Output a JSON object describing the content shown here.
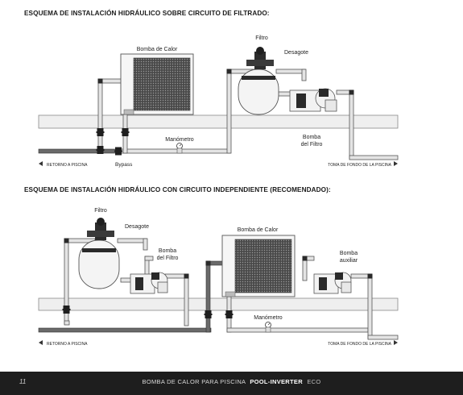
{
  "diagram1": {
    "title": "ESQUEMA DE INSTALACIÓN HIDRÁULICO SOBRE CIRCUITO DE FILTRADO:",
    "labels": {
      "heat_pump": "Bomba de Calor",
      "filter": "Filtro",
      "drain": "Desagote",
      "filter_pump_line1": "Bomba",
      "filter_pump_line2": "del Filtro",
      "manometer": "Manómetro",
      "bypass": "Bypass",
      "return": "RETORNO A PISCINA",
      "intake": "TOMA DE FONDO DE LA PISCINA"
    }
  },
  "diagram2": {
    "title": "ESQUEMA DE INSTALACIÓN HIDRÁULICO CON CIRCUITO INDEPENDIENTE (RECOMENDADO):",
    "labels": {
      "filter": "Filtro",
      "drain": "Desagote",
      "filter_pump_line1": "Bomba",
      "filter_pump_line2": "del Filtro",
      "heat_pump": "Bomba de Calor",
      "aux_pump_line1": "Bomba",
      "aux_pump_line2": "auxiliar",
      "manometer": "Manómetro",
      "return": "RETORNO A PISCINA",
      "intake": "TOMA DE FONDO DE LA PISCINA"
    }
  },
  "footer": {
    "page_number": "11",
    "text": "BOMBA DE CALOR PARA PISCINA",
    "brand": "POOL-INVERTER",
    "eco": "ECO"
  },
  "colors": {
    "pipe_fill": "#e4e4e4",
    "pipe_stroke": "#555555",
    "slab_fill": "#efefef",
    "dark": "#1e1e1e"
  }
}
